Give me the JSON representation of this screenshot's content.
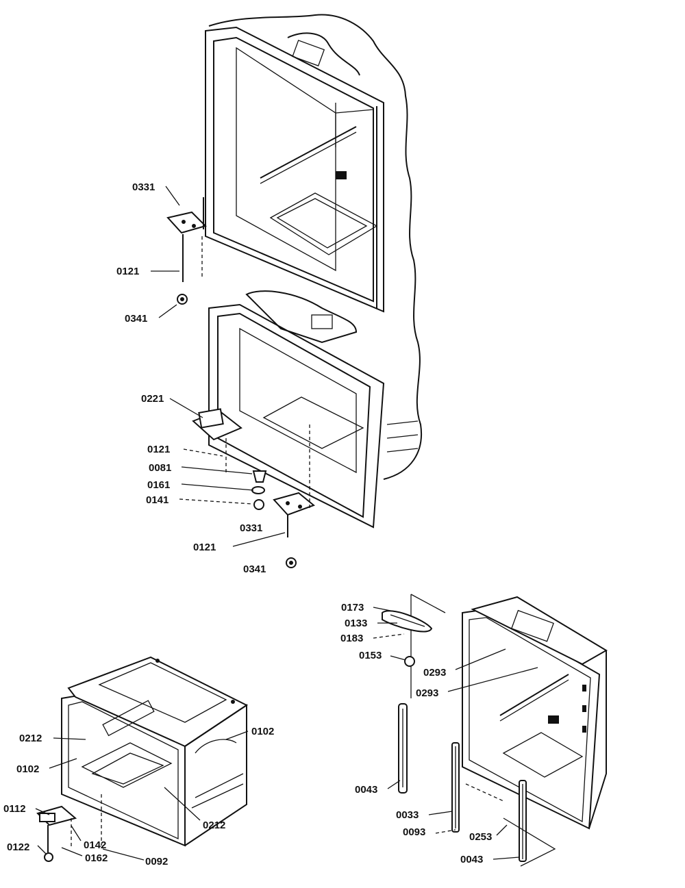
{
  "colors": {
    "ink": "#111111",
    "paper": "#ffffff"
  },
  "labels": {
    "top": {
      "p0331a": "0331",
      "p0121a": "0121",
      "p0341a": "0341",
      "p0221": "0221",
      "p0121b": "0121",
      "p0081": "0081",
      "p0161": "0161",
      "p0141": "0141",
      "p0331b": "0331",
      "p0121c": "0121",
      "p0341b": "0341"
    },
    "bottom_left": {
      "p0212a": "0212",
      "p0102a": "0102",
      "p0102b": "0102",
      "p0112": "0112",
      "p0212b": "0212",
      "p0122": "0122",
      "p0142": "0142",
      "p0162": "0162",
      "p0092": "0092"
    },
    "bottom_right": {
      "p0173": "0173",
      "p0133": "0133",
      "p0183": "0183",
      "p0153": "0153",
      "p0293a": "0293",
      "p0293b": "0293",
      "p0043a": "0043",
      "p0033": "0033",
      "p0093": "0093",
      "p0253": "0253",
      "p0043b": "0043"
    }
  }
}
